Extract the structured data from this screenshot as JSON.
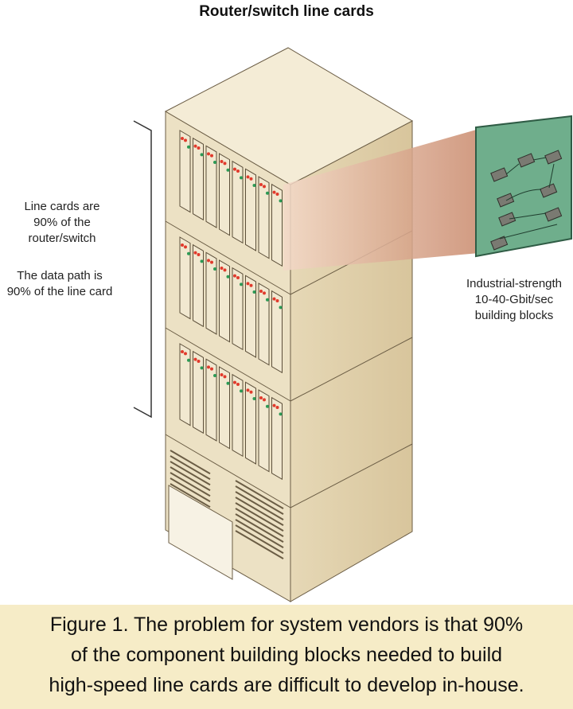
{
  "diagram": {
    "title": "Router/switch line cards",
    "left_note_1": [
      "Line cards are",
      "90% of the",
      "router/switch"
    ],
    "left_note_2": [
      "The data path is",
      "90% of the line card"
    ],
    "right_note": [
      "Industrial-strength",
      "10-40-Gbit/sec",
      "building blocks"
    ]
  },
  "caption": {
    "line1": "Figure 1. The problem for system vendors is that 90%",
    "line2": "of the component building blocks needed to build",
    "line3": "high-speed line cards are difficult to develop in-house."
  },
  "colors": {
    "chassis_front": "#ece1c4",
    "chassis_side": "#e1d3b0",
    "chassis_top": "#f4ecd6",
    "beam": "#d9a78c",
    "board": "#6fae8c",
    "caption_bg": "#f6ecc7",
    "led_red": "#e03a2c",
    "led_green": "#2c9a55"
  }
}
